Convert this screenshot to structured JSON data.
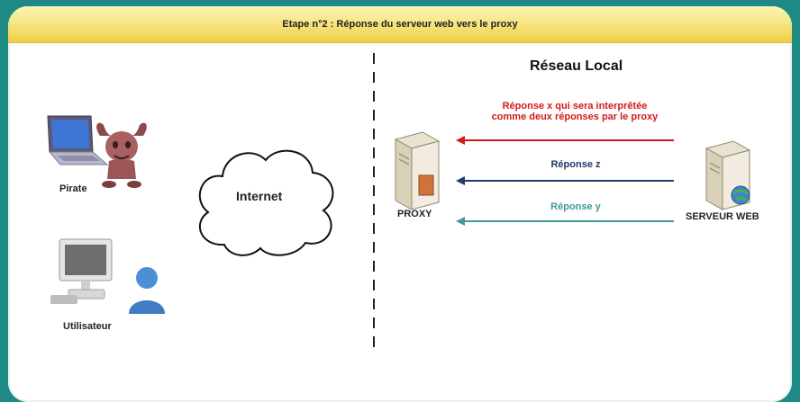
{
  "header": {
    "title": "Etape n°2 : Réponse du serveur web vers le proxy"
  },
  "left_zone": {
    "pirate_label": "Pirate",
    "user_label": "Utilisateur",
    "internet_label": "Internet"
  },
  "right_zone": {
    "title": "Réseau Local",
    "proxy_label": "PROXY",
    "server_label": "SERVEUR WEB"
  },
  "responses": [
    {
      "text": "Réponse x qui sera interprêtée\ncomme deux réponses par le proxy",
      "color": "#d11a1a"
    },
    {
      "text": "Réponse z",
      "color": "#1f3a6b"
    },
    {
      "text": "Réponse y",
      "color": "#3f9a96"
    }
  ],
  "colors": {
    "background": "#1f8a85",
    "title_bar": "#f3da62",
    "divider": "#222222"
  }
}
